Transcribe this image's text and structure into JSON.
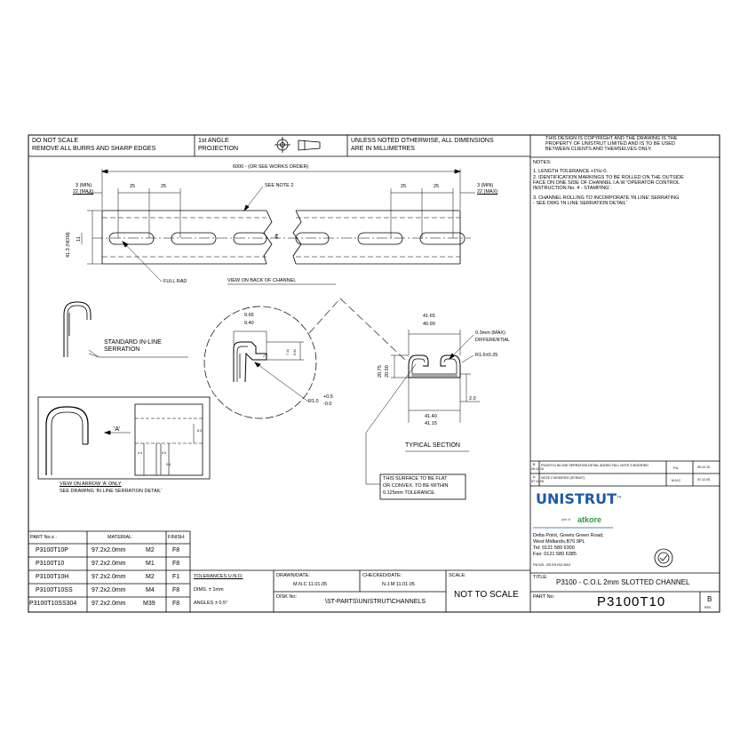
{
  "header": {
    "do_not_scale_1": "DO NOT SCALE",
    "do_not_scale_2": "REMOVE ALL BURRS AND SHARP EDGES",
    "angle_1": "1st ANGLE",
    "angle_2": "PROJECTION",
    "units_1": "UNLESS NOTED OTHERWISE, ALL DIMENSIONS",
    "units_2": "ARE IN MILLIMETRES",
    "copyright_1": "THIS DESIGN IS COPYRIGHT AND THE DRAWING IS THE",
    "copyright_2": "PROPERTY OF UNISTRUT LIMITED AND IS TO BE USED",
    "copyright_3": "BETWEEN CLIENTS AND THEMSELVES ONLY."
  },
  "notes": {
    "heading": "NOTES:",
    "lines": [
      "1. LENGTH TOLERANCE +1%/-0.",
      "2. IDENTIFICATION MARKINGS TO BE ROLLED ON THE OUTSIDE",
      "FACE ON ONE SIDE OF CHANNEL I.A.W 'OPERATOR CONTROL",
      "INSTRUCTION No. 4 - STAMPING'.",
      "3. CHANNEL ROLLING TO INCORPORATE 'IN LINE' SERRATING",
      "- SEE DWG 'IN LINE SERRATION DETAIL'"
    ]
  },
  "back_view": {
    "overall": "6000 - (OR SEE WORKS ORDER)",
    "min_left_1": "3 (MIN)",
    "min_left_2": "22 (MAX)",
    "min_right_1": "3 (MIN)",
    "min_right_2": "22 (MAX)",
    "pitch": "25",
    "see_note": "SEE NOTE 2",
    "height": "41.3 (NOM)",
    "slot": "11",
    "centreline": "¢",
    "full_rad": "FULL RAD",
    "caption": "VIEW ON BACK OF CHANNEL"
  },
  "serration": {
    "label_1": "STANDARD IN-LINE",
    "label_2": "SERRATION"
  },
  "detail": {
    "dim_top_1": "9.65",
    "dim_top_2": "9.40",
    "dim_side_1": "7.44",
    "dim_side_2": "6.94",
    "radius": "R1.0",
    "radius_tol_plus": "+0.5",
    "radius_tol_minus": "-0.0"
  },
  "section": {
    "width_top_1": "41.65",
    "width_top_2": "40.90",
    "height_1": "20.75",
    "height_2": "20.50",
    "diff_1": "0.3mm (MAX)",
    "diff_2": "DIFFERENTIAL",
    "radius": "R1.6±0.25",
    "thickness": "2.0",
    "width_bot_1": "41.40",
    "width_bot_2": "41.15",
    "caption": "TYPICAL SECTION",
    "flat_1": "THIS SURFACE TO BE FLAT",
    "flat_2": "OR CONVEX. TO BE WITHIN",
    "flat_3": "0.125mm TOLERANCE."
  },
  "arrow_view": {
    "arrow": "'A'",
    "d1": "8.3",
    "d2": "0.4",
    "d3": "0.5",
    "d4": "0.6",
    "caption": "VIEW ON ARROW 'A' ONLY",
    "note": "SEE DRAWING 'IN LINE SERRATION DETAIL'"
  },
  "revisions": [
    {
      "rev": "B",
      "date": "05.10.10",
      "desc": "P3100T10 IN-LINE SERRATION DETAIL ADDED FULL NOTE 3 MODIFIED",
      "by": "P.A",
      "chk": "05.10.10"
    },
    {
      "rev": "A",
      "date": "07.12.05",
      "desc": "NOTE 2 MODIFIED (SCRA07)",
      "by": "M.N.C",
      "chk": "07.12.05"
    }
  ],
  "brand": {
    "name": "UNISTRUT",
    "tm": "™",
    "sub_prefix": "part of",
    "sub": "atkore",
    "addr_1": "Delta Point, Greets Green Road,",
    "addr_2": "West Midlands,B70 9PL",
    "tel": "Tel:  0121 580 6300",
    "fax": "Fax:  0121 580 6385",
    "cert": "FM 025 - BS EN ISO 9001"
  },
  "parts_table": {
    "headers": [
      "PART No.s :",
      "MATERIAL:",
      "FINISH:"
    ],
    "rows": [
      [
        "P3100T10P",
        "97.2x2.0mm",
        "M2",
        "F8"
      ],
      [
        "P3100T10",
        "97.2x2.0mm",
        "M1",
        "F8"
      ],
      [
        "P3100T10H",
        "97.2x2.0mm",
        "M2",
        "F1"
      ],
      [
        "P3100T10SS",
        "97.2x2.0mm",
        "M4",
        "F8"
      ],
      [
        "P3100T10SS304",
        "97.2x2.0mm",
        "M39",
        "F8"
      ]
    ]
  },
  "title_block": {
    "tolerances": "TOLERANCES U.N.O.",
    "dims": "DIMS. ± 1mm",
    "angles": "ANGLES ± 0.5°",
    "drawn_label": "DRAWN/DATE:",
    "drawn": "M.N.C   11.01.05",
    "checked_label": "CHECKED/DATE:",
    "checked": "N.J.M  11.01.05",
    "disk_label": "DISK No:",
    "disk": "\\ST-PARTS\\UNISTRUT\\CHANNELS",
    "scale_label": "SCALE:",
    "scale": "NOT TO SCALE",
    "title_label": "TITLE:",
    "title": "P3100 - C.O.L 2mm SLOTTED CHANNEL",
    "partno_label": "PART No:",
    "partno": "P3100T10",
    "rev": "B",
    "rev_label": "REV."
  }
}
